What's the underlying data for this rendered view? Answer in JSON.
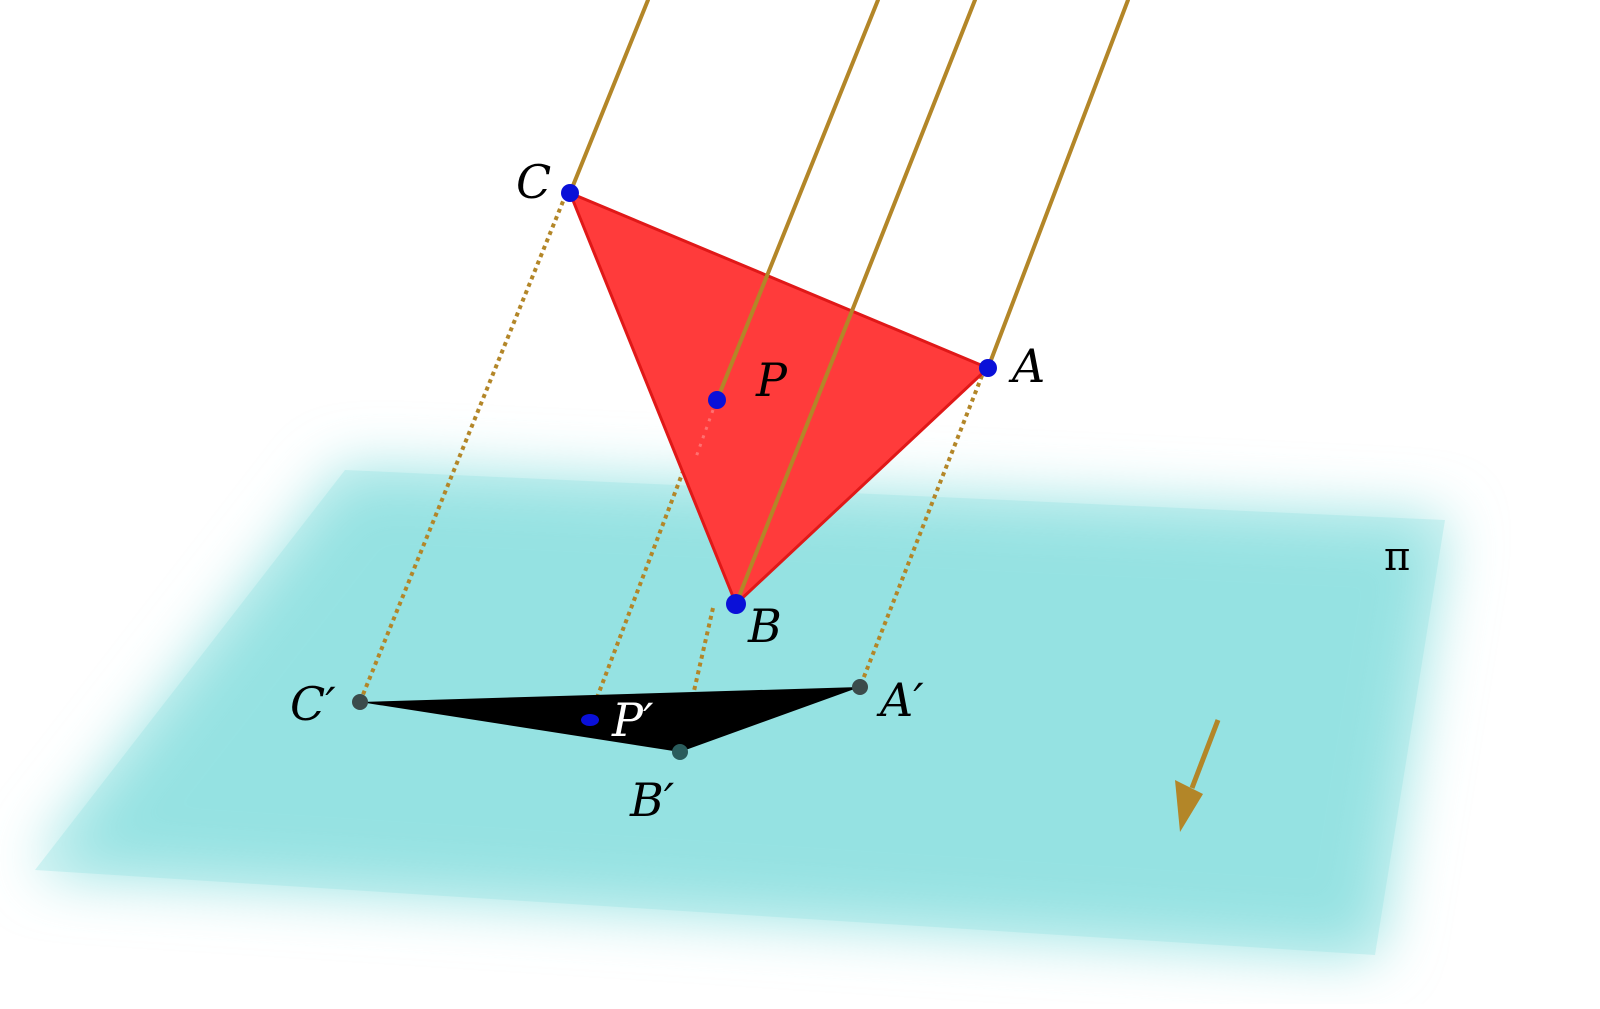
{
  "diagram": {
    "plane": {
      "label": "π"
    },
    "object_triangle": {
      "vertices": {
        "A": "A",
        "B": "B",
        "C": "C"
      },
      "interior_point": "P"
    },
    "projected_triangle": {
      "vertices": {
        "A": "A′",
        "B": "B′",
        "C": "C′"
      },
      "interior_point": "P′"
    },
    "direction_icon": "projection-direction-arrow"
  },
  "colors": {
    "plane": "#95e2e2",
    "triangle": "#ff3b3b",
    "triangle_edge": "#e01818",
    "projection": "#000000",
    "ray": "#b38628",
    "point": "#0a10d8",
    "projected_point": "#3b4b4b"
  }
}
